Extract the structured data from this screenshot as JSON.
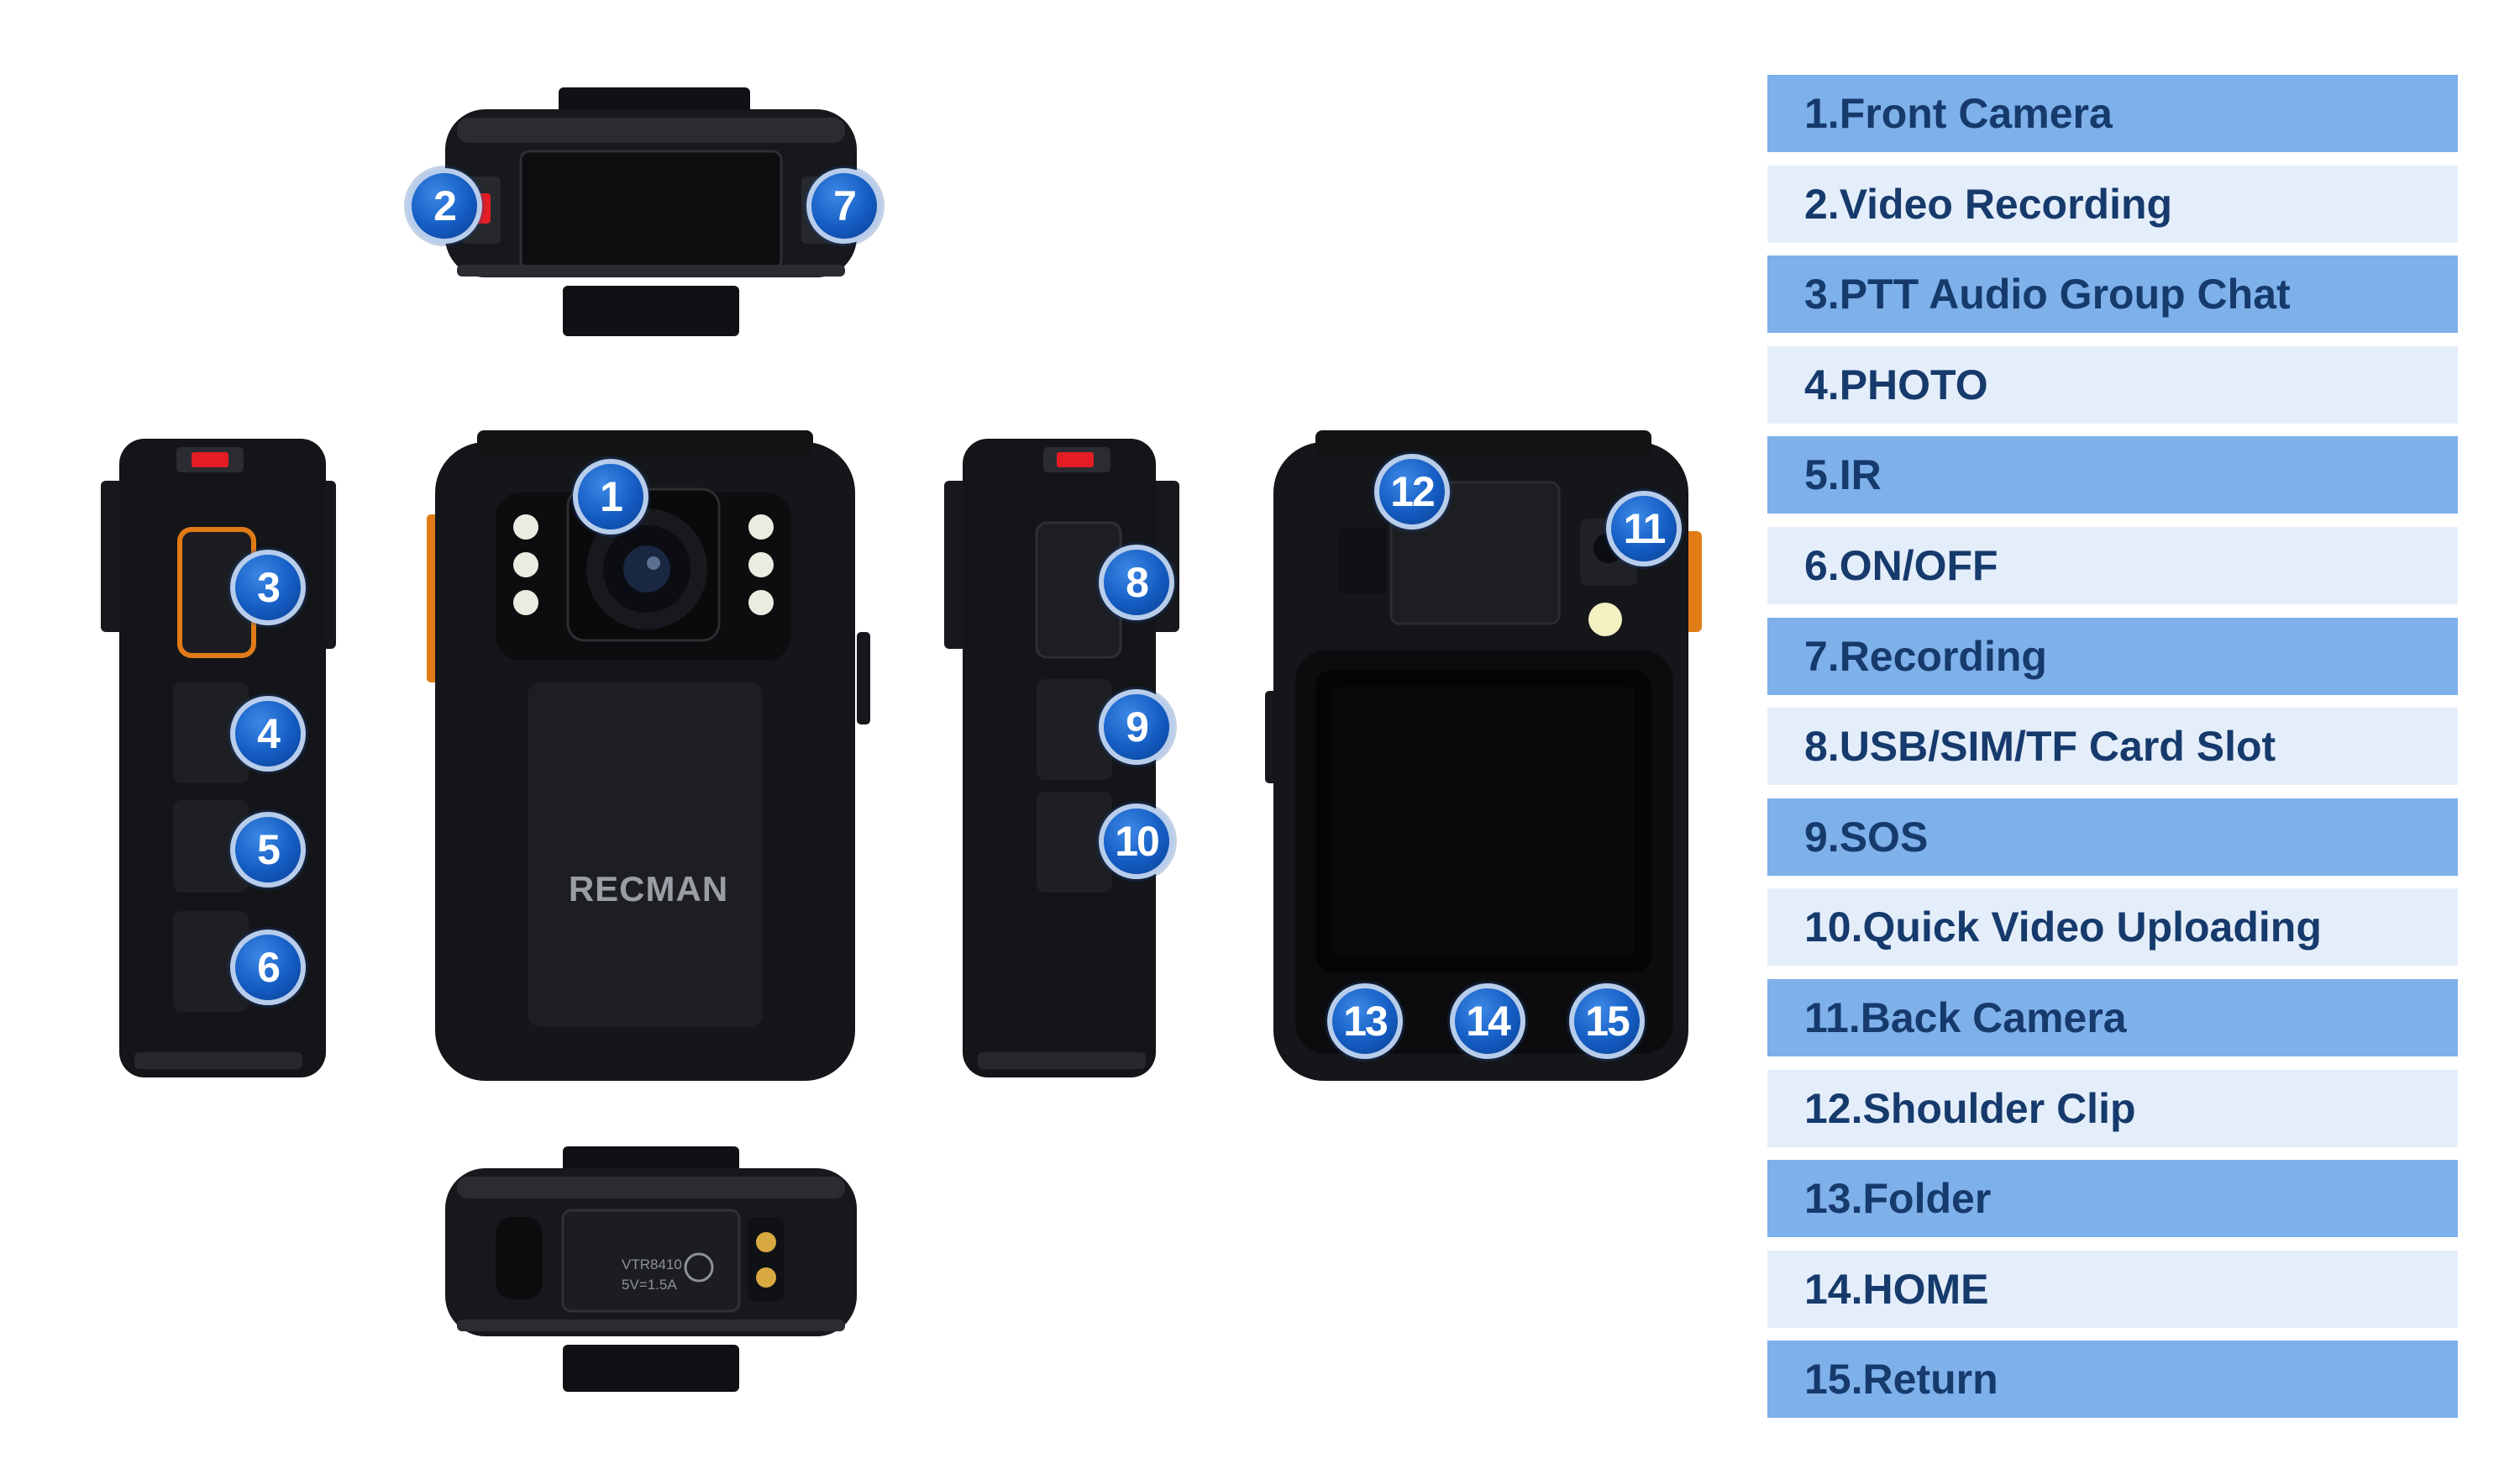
{
  "brand_text": "RECMAN",
  "model_label": "VTR8410",
  "rating_label": "5V=1.5A",
  "callouts": {
    "n1": "1",
    "n2": "2",
    "n3": "3",
    "n4": "4",
    "n5": "5",
    "n6": "6",
    "n7": "7",
    "n8": "8",
    "n9": "9",
    "n10": "10",
    "n11": "11",
    "n12": "12",
    "n13": "13",
    "n14": "14",
    "n15": "15"
  },
  "legend": {
    "items": [
      {
        "label": "1.Front Camera"
      },
      {
        "label": "2.Video Recording"
      },
      {
        "label": "3.PTT Audio Group Chat"
      },
      {
        "label": "4.PHOTO"
      },
      {
        "label": "5.IR"
      },
      {
        "label": "6.ON/OFF"
      },
      {
        "label": "7.Recording"
      },
      {
        "label": "8.USB/SIM/TF Card Slot"
      },
      {
        "label": "9.SOS"
      },
      {
        "label": "10.Quick Video Uploading"
      },
      {
        "label": "11.Back Camera"
      },
      {
        "label": "12.Shoulder Clip"
      },
      {
        "label": "13.Folder"
      },
      {
        "label": "14.HOME"
      },
      {
        "label": "15.Return"
      }
    ]
  },
  "colors": {
    "legend_dark_row": "#7eb0ea",
    "legend_light_row": "#e4eefa",
    "legend_text": "#163a6c",
    "callout_fill": "#145cc2",
    "callout_ring": "#b7cdeb",
    "device_body": "#141518",
    "accent_orange": "#e07b18",
    "record_red": "#e41d24"
  }
}
